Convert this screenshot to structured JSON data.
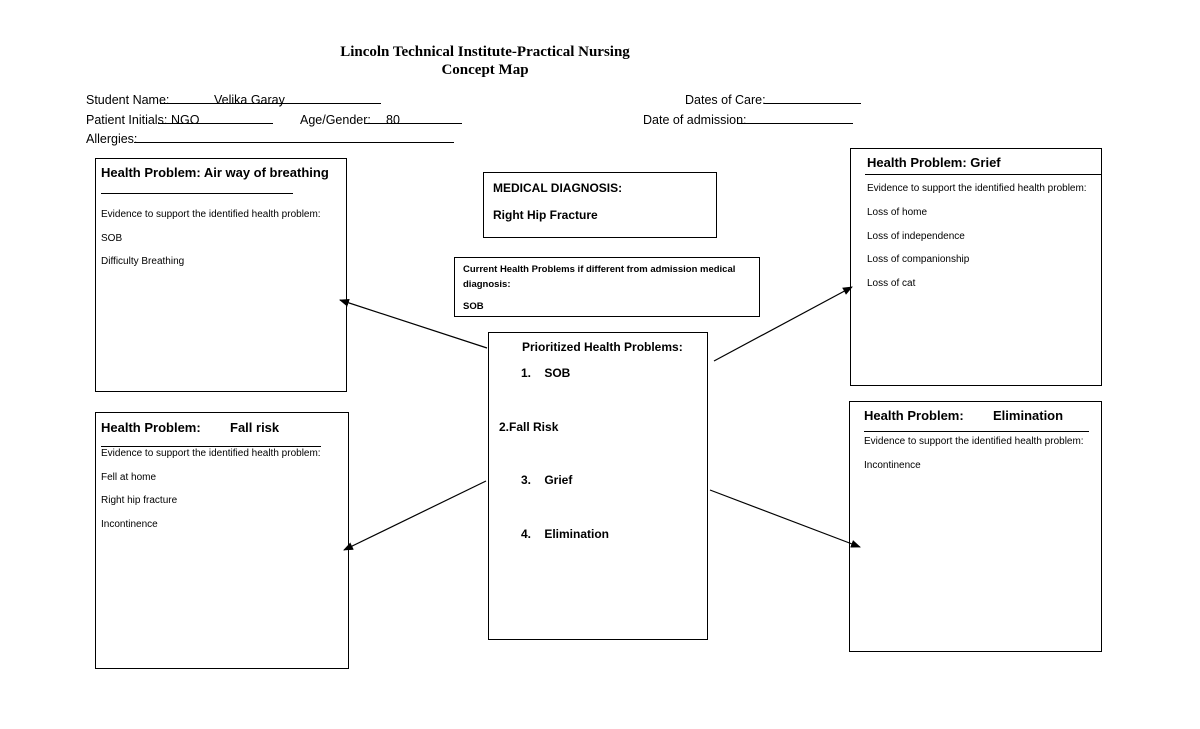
{
  "header": {
    "title_line1": "Lincoln Technical Institute-Practical Nursing",
    "title_line2": "Concept Map"
  },
  "fields": {
    "student_name_label": "Student Name:",
    "student_name_value": "Velika Garay",
    "dates_of_care_label": "Dates of Care:",
    "patient_initials_label": "Patient Initials:",
    "patient_initials_value": "NGO",
    "age_gender_label": "Age/Gender:",
    "age_gender_value": "80",
    "date_of_admission_label": "Date of admission:",
    "allergies_label": "Allergies:"
  },
  "box_airway": {
    "title": "Health Problem: Air way of breathing",
    "evidence_label": "Evidence to support the identified health problem:",
    "items": [
      "SOB",
      "Difficulty Breathing"
    ]
  },
  "box_fall": {
    "title_prefix": "Health Problem:",
    "title_value": "Fall risk",
    "evidence_label": "Evidence to support the identified health problem:",
    "items": [
      "Fell at home",
      "Right hip fracture",
      "Incontinence"
    ]
  },
  "box_grief": {
    "title": "Health Problem: Grief",
    "evidence_label": "Evidence to support the identified health problem:",
    "items": [
      "Loss of home",
      "Loss of independence",
      "Loss of companionship",
      "Loss of cat"
    ]
  },
  "box_elimination": {
    "title_prefix": "Health Problem:",
    "title_value": "Elimination",
    "evidence_label": "Evidence to support the identified health problem:",
    "items": [
      "Incontinence"
    ]
  },
  "medical_diagnosis": {
    "label": "MEDICAL DIAGNOSIS:",
    "value": "Right Hip Fracture"
  },
  "current_problems": {
    "label_line1": "Current Health Problems if different from admission medical",
    "label_line2": "diagnosis:",
    "value": "SOB"
  },
  "prioritized": {
    "label": "Prioritized Health Problems:",
    "items": [
      "1.    SOB",
      "2.Fall Risk",
      "3.    Grief",
      "4.    Elimination"
    ]
  }
}
